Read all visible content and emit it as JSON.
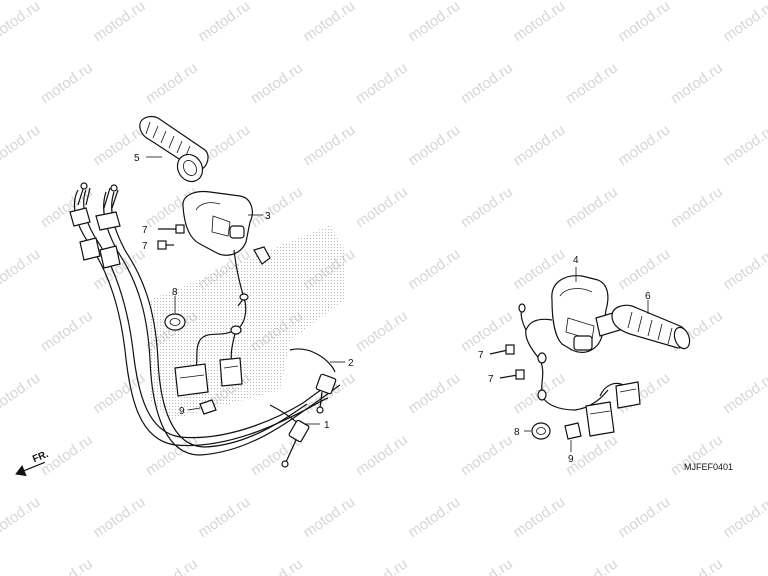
{
  "watermark": "motod.ru",
  "reference_code": "MJFEF0401",
  "direction_label": "FR.",
  "callouts": [
    {
      "id": "label-1",
      "text": "1"
    },
    {
      "id": "label-2",
      "text": "2"
    },
    {
      "id": "label-3",
      "text": "3"
    },
    {
      "id": "label-4",
      "text": "4"
    },
    {
      "id": "label-5",
      "text": "5"
    },
    {
      "id": "label-6",
      "text": "6"
    },
    {
      "id": "label-7a",
      "text": "7"
    },
    {
      "id": "label-7b",
      "text": "7"
    },
    {
      "id": "label-7c",
      "text": "7"
    },
    {
      "id": "label-7d",
      "text": "7"
    },
    {
      "id": "label-8a",
      "text": "8"
    },
    {
      "id": "label-8b",
      "text": "8"
    },
    {
      "id": "label-9a",
      "text": "9"
    },
    {
      "id": "label-9b",
      "text": "9"
    }
  ]
}
